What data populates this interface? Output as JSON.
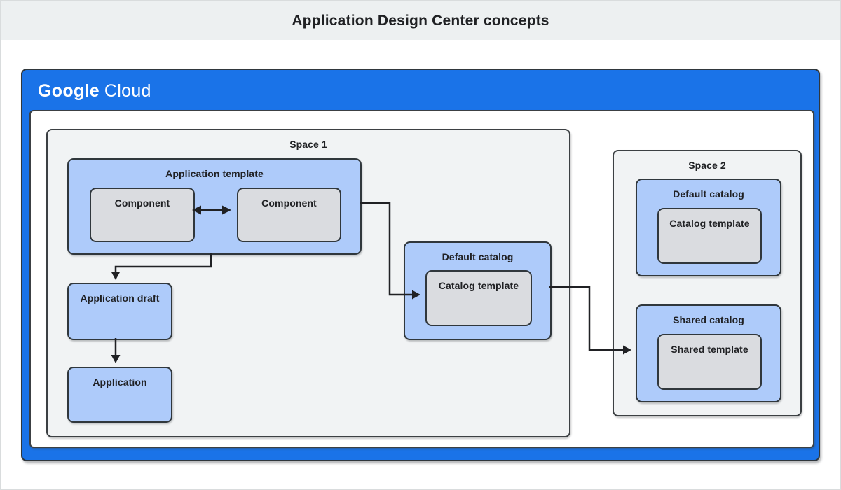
{
  "page": {
    "title": "Application Design Center concepts"
  },
  "brand": {
    "google": "Google",
    "cloud": "Cloud"
  },
  "colors": {
    "brand_blue": "#1a73e8",
    "node_light_blue": "#aecbfa",
    "node_gray": "#dadce0",
    "space_background": "#f1f3f4",
    "title_strip_background": "#edf0f1",
    "border_dark": "#3c4043",
    "text": "#202124"
  },
  "space1": {
    "label": "Space 1",
    "application_template": {
      "label": "Application template",
      "components": [
        {
          "label": "Component"
        },
        {
          "label": "Component"
        }
      ]
    },
    "application_draft": {
      "label": "Application draft"
    },
    "application": {
      "label": "Application"
    },
    "default_catalog": {
      "label": "Default catalog",
      "catalog_template": {
        "label": "Catalog template"
      }
    }
  },
  "space2": {
    "label": "Space 2",
    "default_catalog": {
      "label": "Default catalog",
      "catalog_template": {
        "label": "Catalog template"
      }
    },
    "shared_catalog": {
      "label": "Shared catalog",
      "shared_template": {
        "label": "Shared template"
      }
    }
  }
}
